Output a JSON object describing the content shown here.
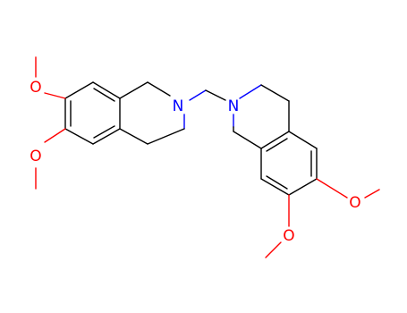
{
  "molecule": {
    "atom_labels": {
      "n_left": "N",
      "n_right": "N",
      "o_left_top": "O",
      "o_left_bottom": "O",
      "o_right_top": "O",
      "o_right_bottom": "O"
    },
    "colors": {
      "bond": "#000000",
      "nitrogen": "#0000ff",
      "oxygen": "#ff0000",
      "background": "#ffffff"
    }
  }
}
